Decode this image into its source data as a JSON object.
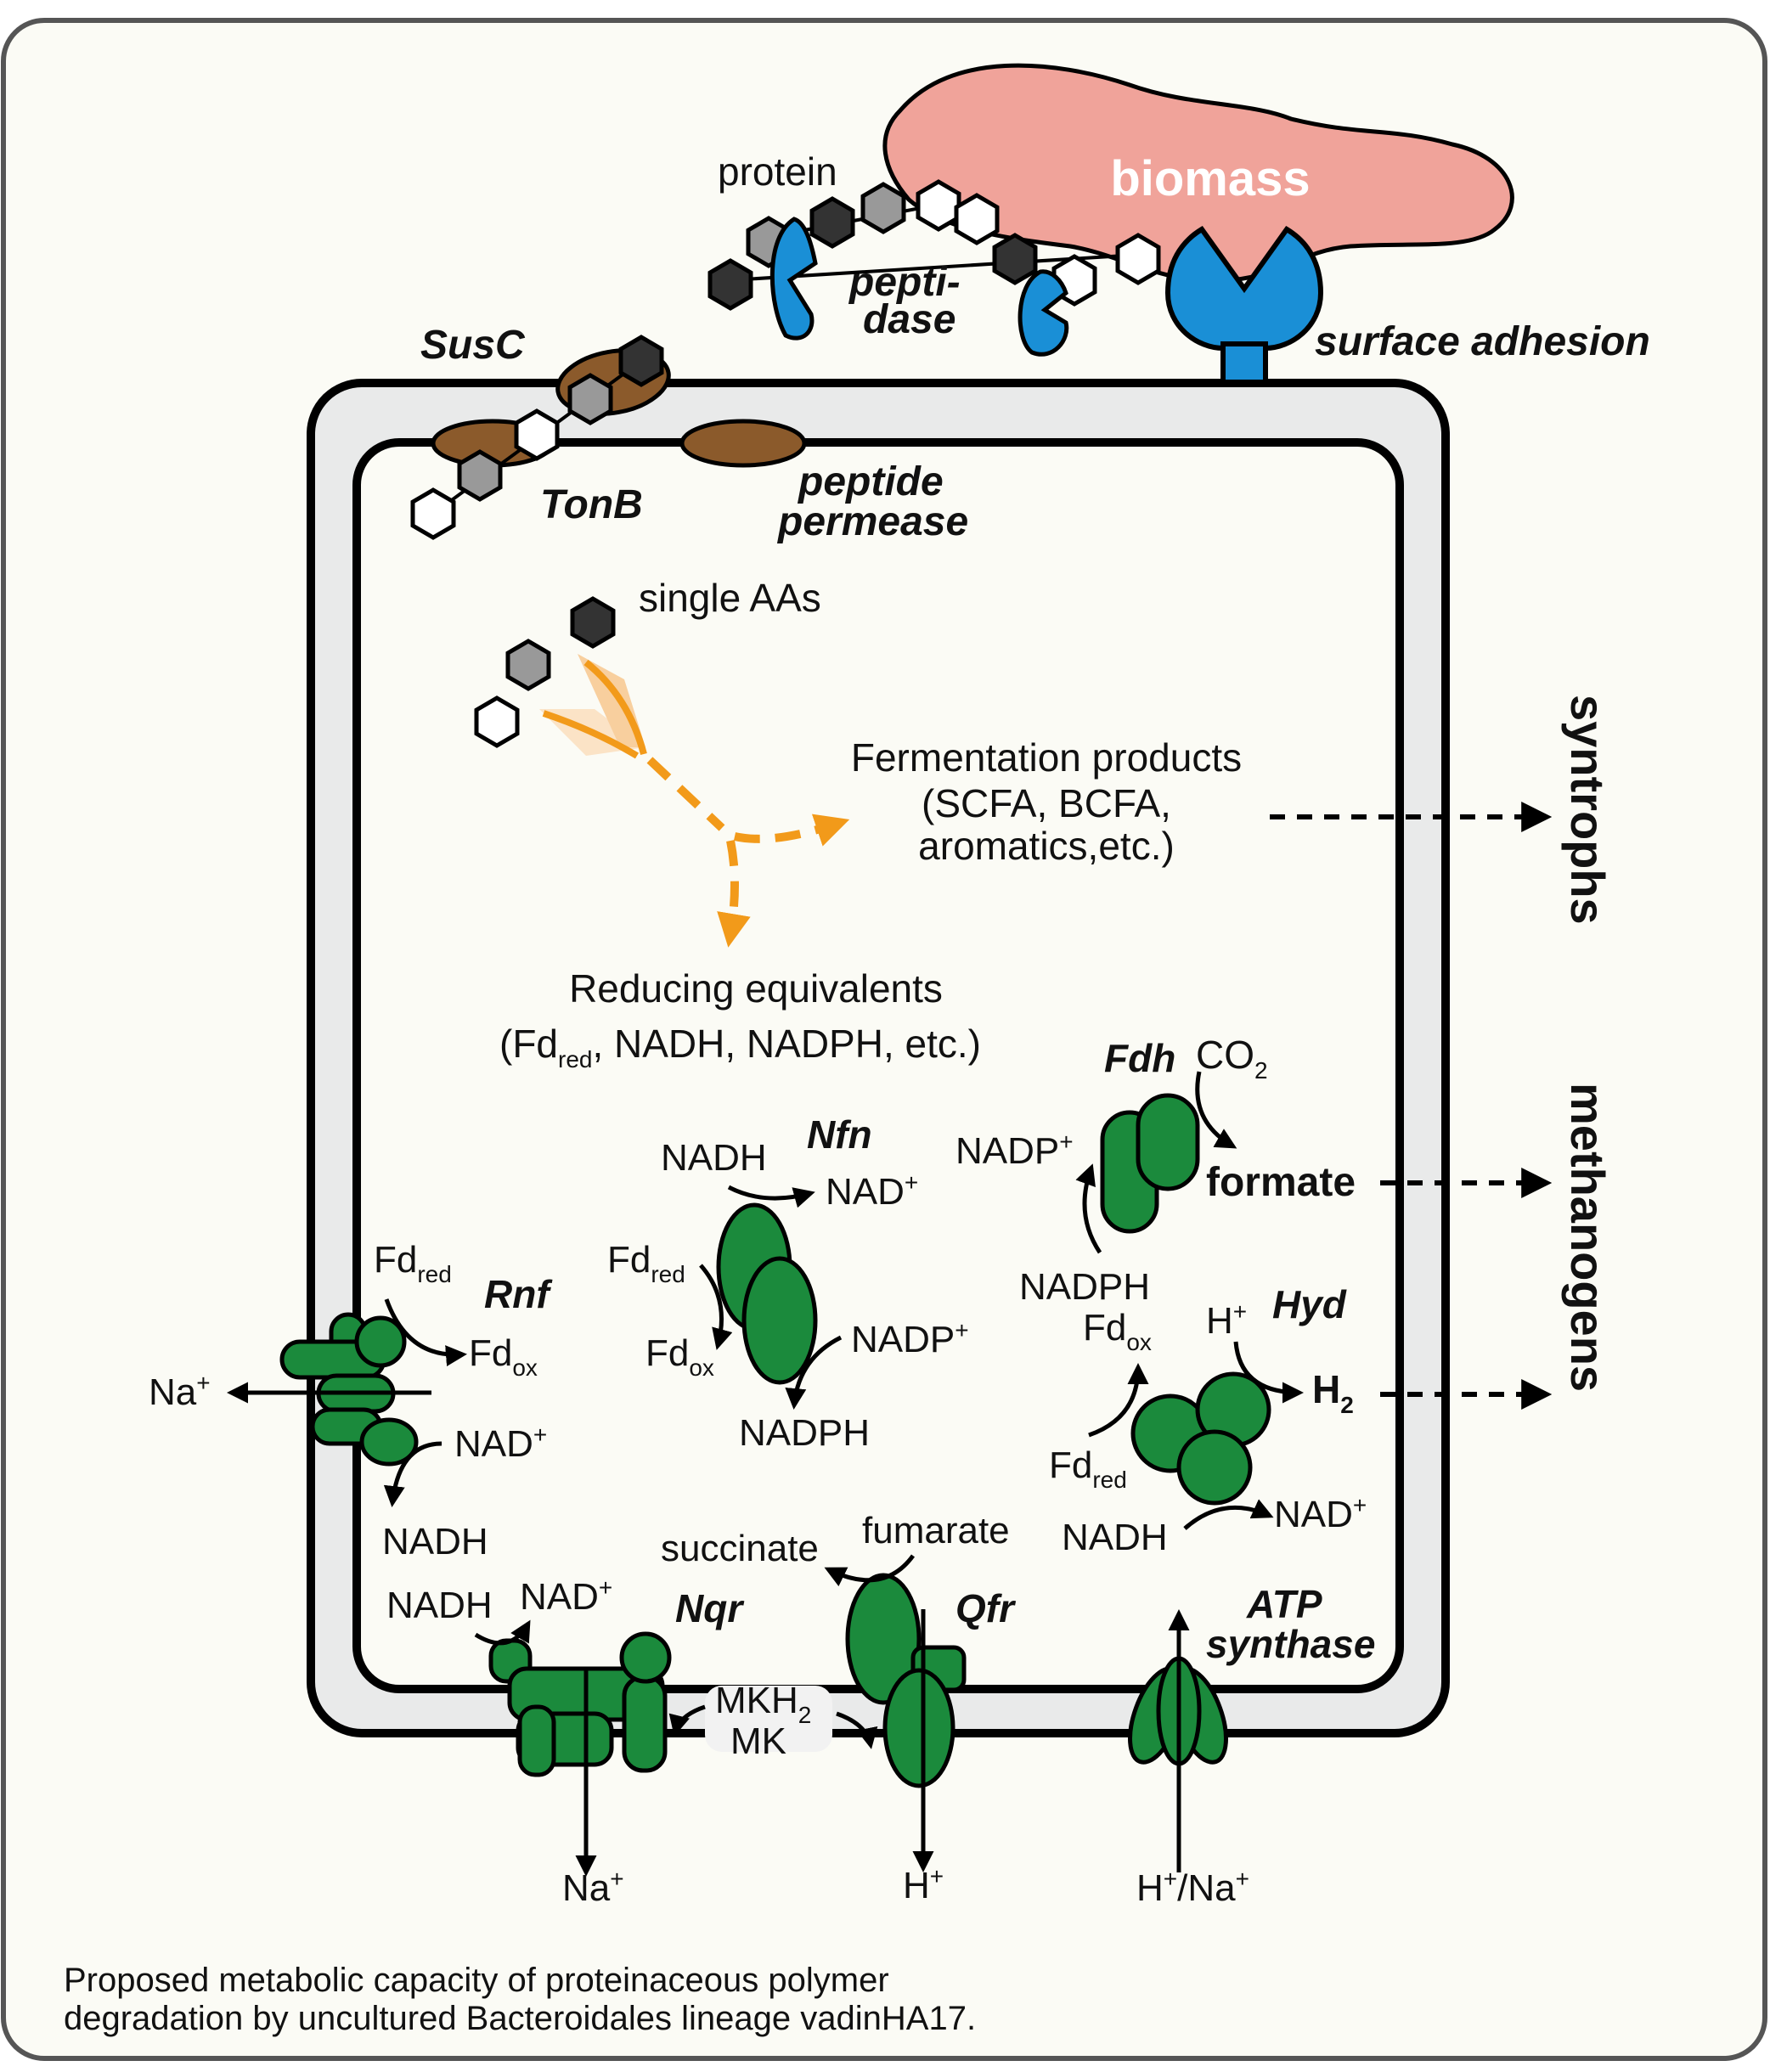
{
  "labels": {
    "biomass": "biomass",
    "protein": "protein",
    "peptidase_1": "pepti-",
    "peptidase_2": "dase",
    "surface_adhesion": "surface adhesion",
    "susc": "SusC",
    "tonb": "TonB",
    "peptide_permease_1": "peptide",
    "peptide_permease_2": "permease",
    "single_aas": "single AAs",
    "fermentation_1": "Fermentation products",
    "fermentation_2": "(SCFA, BCFA,",
    "fermentation_3": "aromatics,etc.)",
    "reducing_1": "Reducing equivalents",
    "reducing_2a": "(Fd",
    "reducing_2b": "red",
    "reducing_2c": ", NADH, NADPH, etc.)",
    "syntrophs": "syntrophs",
    "methanogens": "methanogens"
  },
  "enzymes": {
    "fdh": "Fdh",
    "nfn": "Nfn",
    "rnf": "Rnf",
    "hyd": "Hyd",
    "nqr": "Nqr",
    "qfr": "Qfr",
    "atp_1": "ATP",
    "atp_2": "synthase"
  },
  "species": {
    "co2": "CO",
    "co2_sub": "2",
    "formate": "formate",
    "nadp_plus": "NADP",
    "plus": "+",
    "nadph": "NADPH",
    "nadh": "NADH",
    "nad_plus": "NAD",
    "fd": "Fd",
    "red": "red",
    "ox": "ox",
    "h_plus": "H",
    "h2": "H",
    "h2_sub": "2",
    "na_plus": "Na",
    "succinate": "succinate",
    "fumarate": "fumarate",
    "mkh2": "MKH",
    "mkh2_sub": "2",
    "mk": "MK",
    "h_na": "H",
    "h_na_mid": "/Na"
  },
  "caption": {
    "line1": "Proposed metabolic capacity of proteinaceous polymer",
    "line2": "degradation by uncultured Bacteroidales lineage vadinHA17."
  },
  "colors": {
    "enzyme_green": "#1b8a3c",
    "biomass_pink": "#f0a39a",
    "peptidase_blue": "#1a8fd6",
    "transporter_brown": "#8b5a2b",
    "pathway_orange": "#f29a1a",
    "panel_bg": "#fbfbf5",
    "periplasm_gray": "#e9eaea"
  }
}
